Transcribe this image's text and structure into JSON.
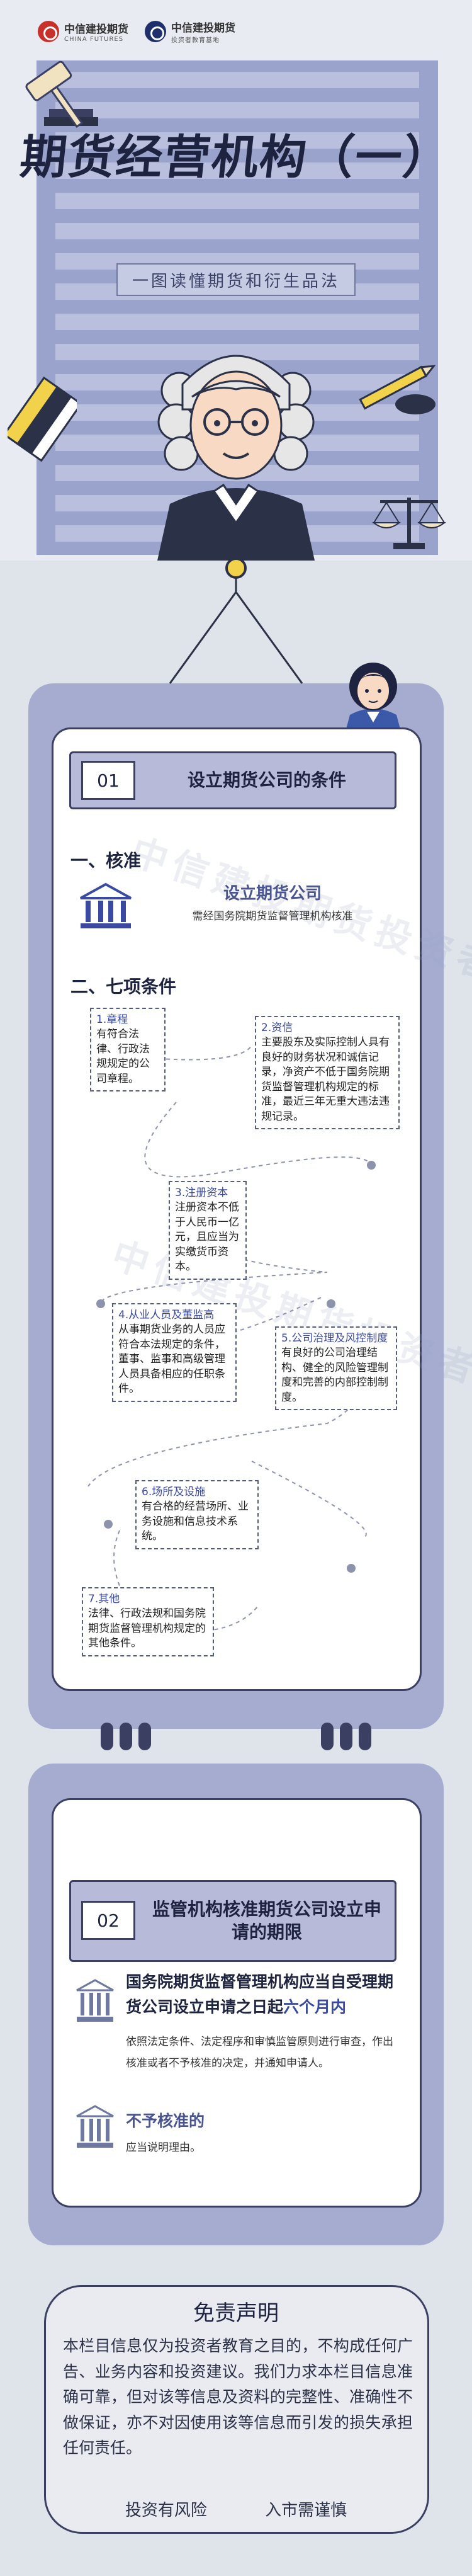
{
  "header": {
    "logo_left_cn": "中信建投期货",
    "logo_left_en": "CHINA FUTURES",
    "logo_right_cn": "中信建投期货",
    "logo_right_sub": "投资者教育基地",
    "title": "期货经营机构（一）",
    "subtitle": "一图读懂期货和衍生品法"
  },
  "section1": {
    "number": "01",
    "title": "设立期货公司的条件",
    "core_heading": "一、核准",
    "approve_title": "设立期货公司",
    "approve_desc": "需经国务院期货监督管理机构核准",
    "seven_heading": "二、七项条件",
    "watermark": "中信建投期货投资者教育基地",
    "conditions": [
      {
        "title": "1.章程",
        "body": "有符合法律、行政法规规定的公司章程。"
      },
      {
        "title": "2.资信",
        "body": "主要股东及实际控制人具有良好的财务状况和诚信记录，净资产不低于国务院期货监督管理机构规定的标准，最近三年无重大违法违规记录。"
      },
      {
        "title": "3.注册资本",
        "body": "注册资本不低于人民币一亿元，且应当为实缴货币资本。"
      },
      {
        "title": "4.从业人员及董监高",
        "body": "从事期货业务的人员应符合本法规定的条件，董事、监事和高级管理人员具备相应的任职条件。"
      },
      {
        "title": "5.公司治理及风控制度",
        "body": "有良好的公司治理结构、健全的风险管理制度和完善的内部控制制度。"
      },
      {
        "title": "6.场所及设施",
        "body": "有合格的经营场所、业务设施和信息技术系统。"
      },
      {
        "title": "7.其他",
        "body": "法律、行政法规和国务院期货监督管理机构规定的其他条件。"
      }
    ]
  },
  "section2": {
    "number": "02",
    "title": "监管机构核准期货公司设立申请的期限",
    "main_text": "国务院期货监督管理机构应当自受理期货公司设立申请之日起",
    "main_highlight": "六个月内",
    "desc": "依照法定条件、法定程序和审慎监管原则进行审查，作出核准或者不予核准的决定，并通知申请人。",
    "reject_title": "不予核准的",
    "reject_desc": "应当说明理由。"
  },
  "disclaimer": {
    "title": "免责声明",
    "body": "本栏目信息仅为投资者教育之目的，不构成任何广告、业务内容和投资建议。我们力求本栏目信息准确可靠，但对该等信息及资料的完整性、准确性不做保证，亦不对因使用该等信息而引发的损失承担任何责任。",
    "foot_left": "投资有风险",
    "foot_right": "入市需谨慎"
  },
  "colors": {
    "accent": "#3a4aa0",
    "panel": "#a5acd0",
    "header_bg": "#9aa3cc",
    "ink": "#1e2340"
  }
}
